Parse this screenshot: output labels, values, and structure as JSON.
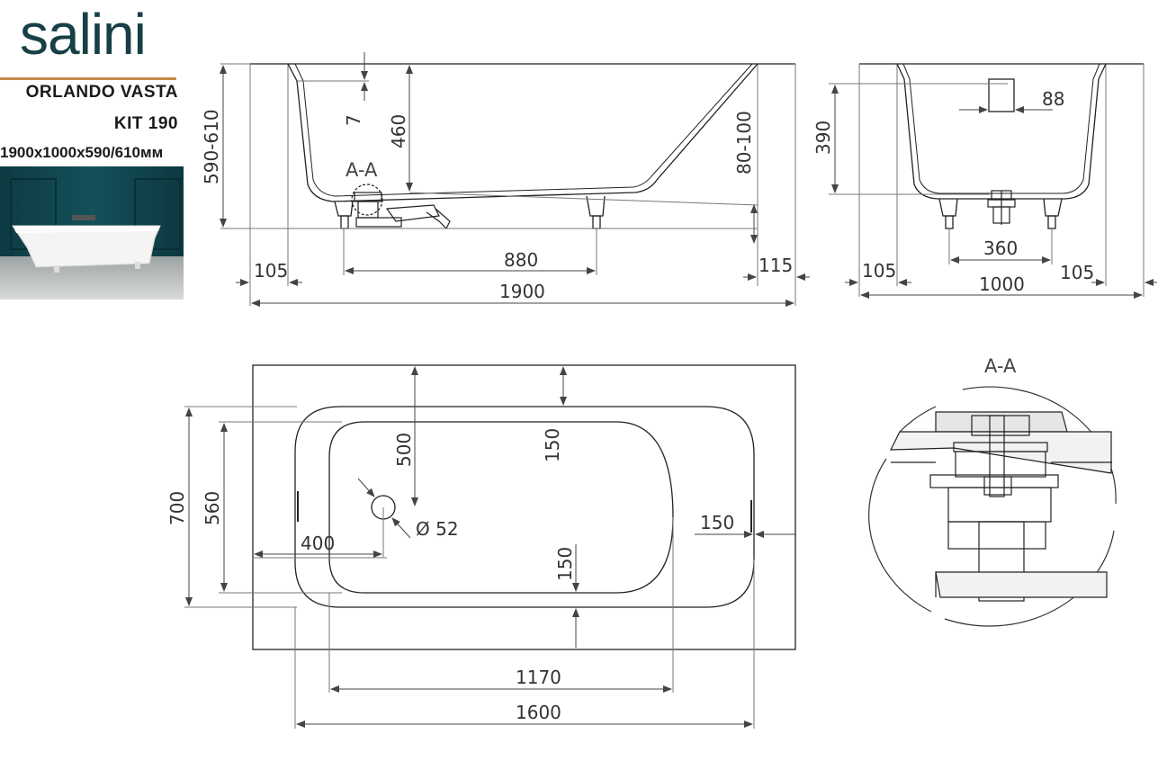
{
  "brand": {
    "logo_text": "salini"
  },
  "product": {
    "model": "ORLANDO VASTA",
    "kit": "KIT 190",
    "dimensions": "1900x1000x590/610мм"
  },
  "colors": {
    "brand": "#173f46",
    "accent": "#c8894a",
    "line": "#222222",
    "dim_line": "#555555"
  },
  "side_view": {
    "height": "590-610",
    "depth_inner": "460",
    "rim": "7",
    "section_label": "A-A",
    "legs_adjust": "80-100",
    "leg_spacing": "880",
    "offset_left": "105",
    "offset_right": "115",
    "length": "1900"
  },
  "end_view": {
    "depth": "390",
    "drain_width": "88",
    "leg_spacing": "360",
    "offset_left": "105",
    "offset_right": "105",
    "width": "1000"
  },
  "top_view": {
    "outer_width": "700",
    "inner_width": "560",
    "drain_from_top": "500",
    "top_margin": "150",
    "bottom_margin": "150",
    "right_margin": "150",
    "drain_from_left": "400",
    "drain_diameter": "Ø 52",
    "inner_length": "1170",
    "outer_length": "1600"
  },
  "detail_view": {
    "label": "A-A"
  }
}
